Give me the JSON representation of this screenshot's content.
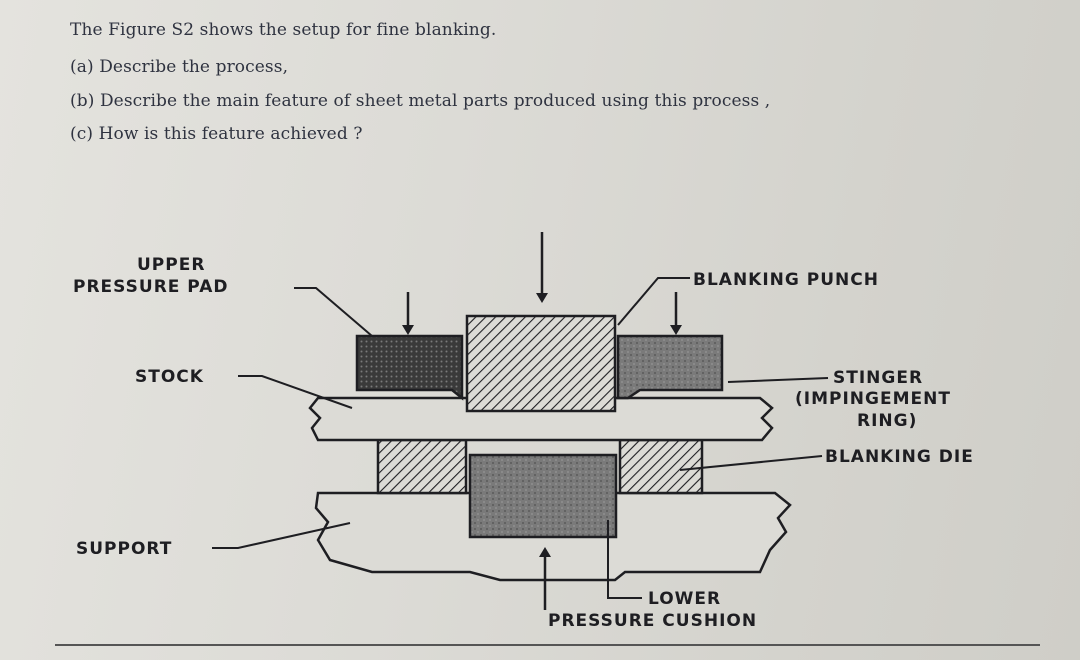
{
  "question": {
    "intro": "The Figure S2 shows the setup for fine blanking.",
    "part_a": "(a) Describe the process,",
    "part_b": "(b) Describe the main feature of sheet metal parts produced using this process ,",
    "part_c": "(c) How is this feature achieved ?"
  },
  "diagram": {
    "labels": {
      "upper_pressure_pad_1": "UPPER",
      "upper_pressure_pad_2": "PRESSURE PAD",
      "blanking_punch": "BLANKING PUNCH",
      "stock": "STOCK",
      "stinger_1": "STINGER",
      "stinger_2": "(IMPINGEMENT",
      "stinger_3": "RING)",
      "blanking_die": "BLANKING DIE",
      "support": "SUPPORT",
      "lower_pressure_cushion_1": "LOWER",
      "lower_pressure_cushion_2": "PRESSURE CUSHION"
    },
    "colors": {
      "ink": "#1e1e22",
      "stipple": "#6e6e6e",
      "paper": "#dcdbd6"
    }
  }
}
